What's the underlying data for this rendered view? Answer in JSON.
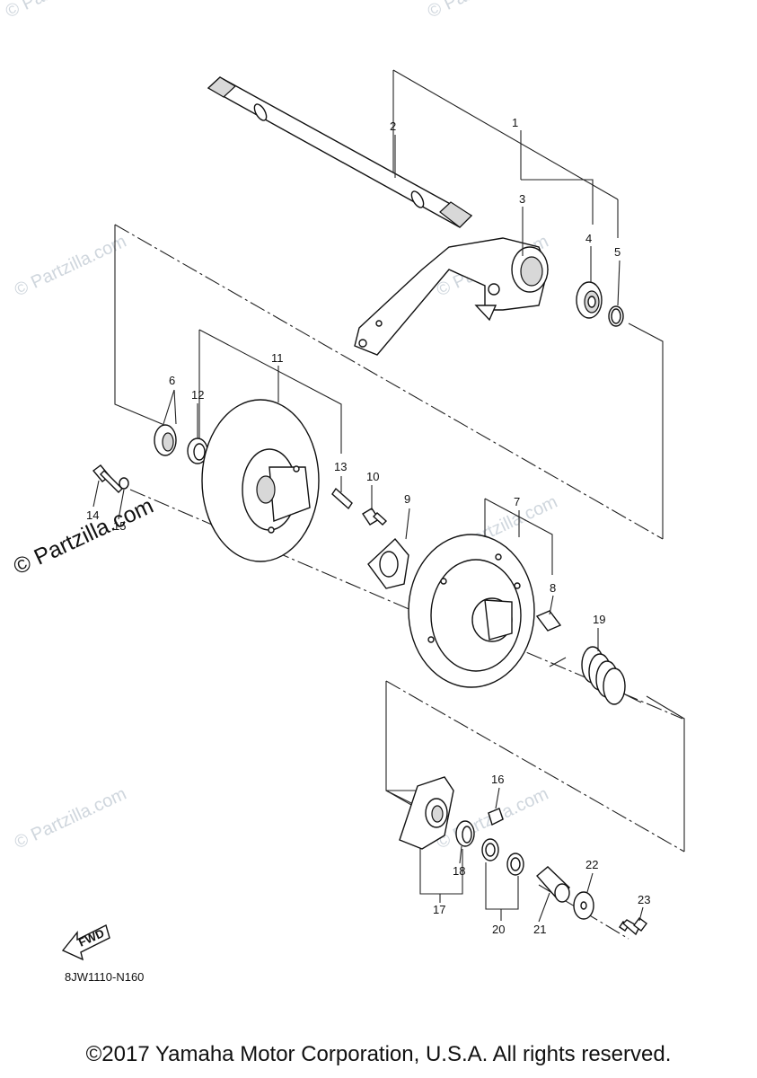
{
  "watermarks": {
    "text": "© Partzilla.com",
    "prominent": "© Partzilla.com"
  },
  "callouts": [
    "1",
    "2",
    "3",
    "4",
    "5",
    "6",
    "7",
    "8",
    "9",
    "10",
    "11",
    "12",
    "13",
    "14",
    "15",
    "16",
    "17",
    "18",
    "19",
    "20",
    "21",
    "22",
    "23"
  ],
  "fwd_label": "FWD",
  "diagram_code": "8JW1110-N160",
  "copyright": "©2017 Yamaha Motor Corporation, U.S.A. All rights reserved.",
  "colors": {
    "line": "#222222",
    "watermark": "#cfd6dd",
    "background": "#ffffff"
  }
}
